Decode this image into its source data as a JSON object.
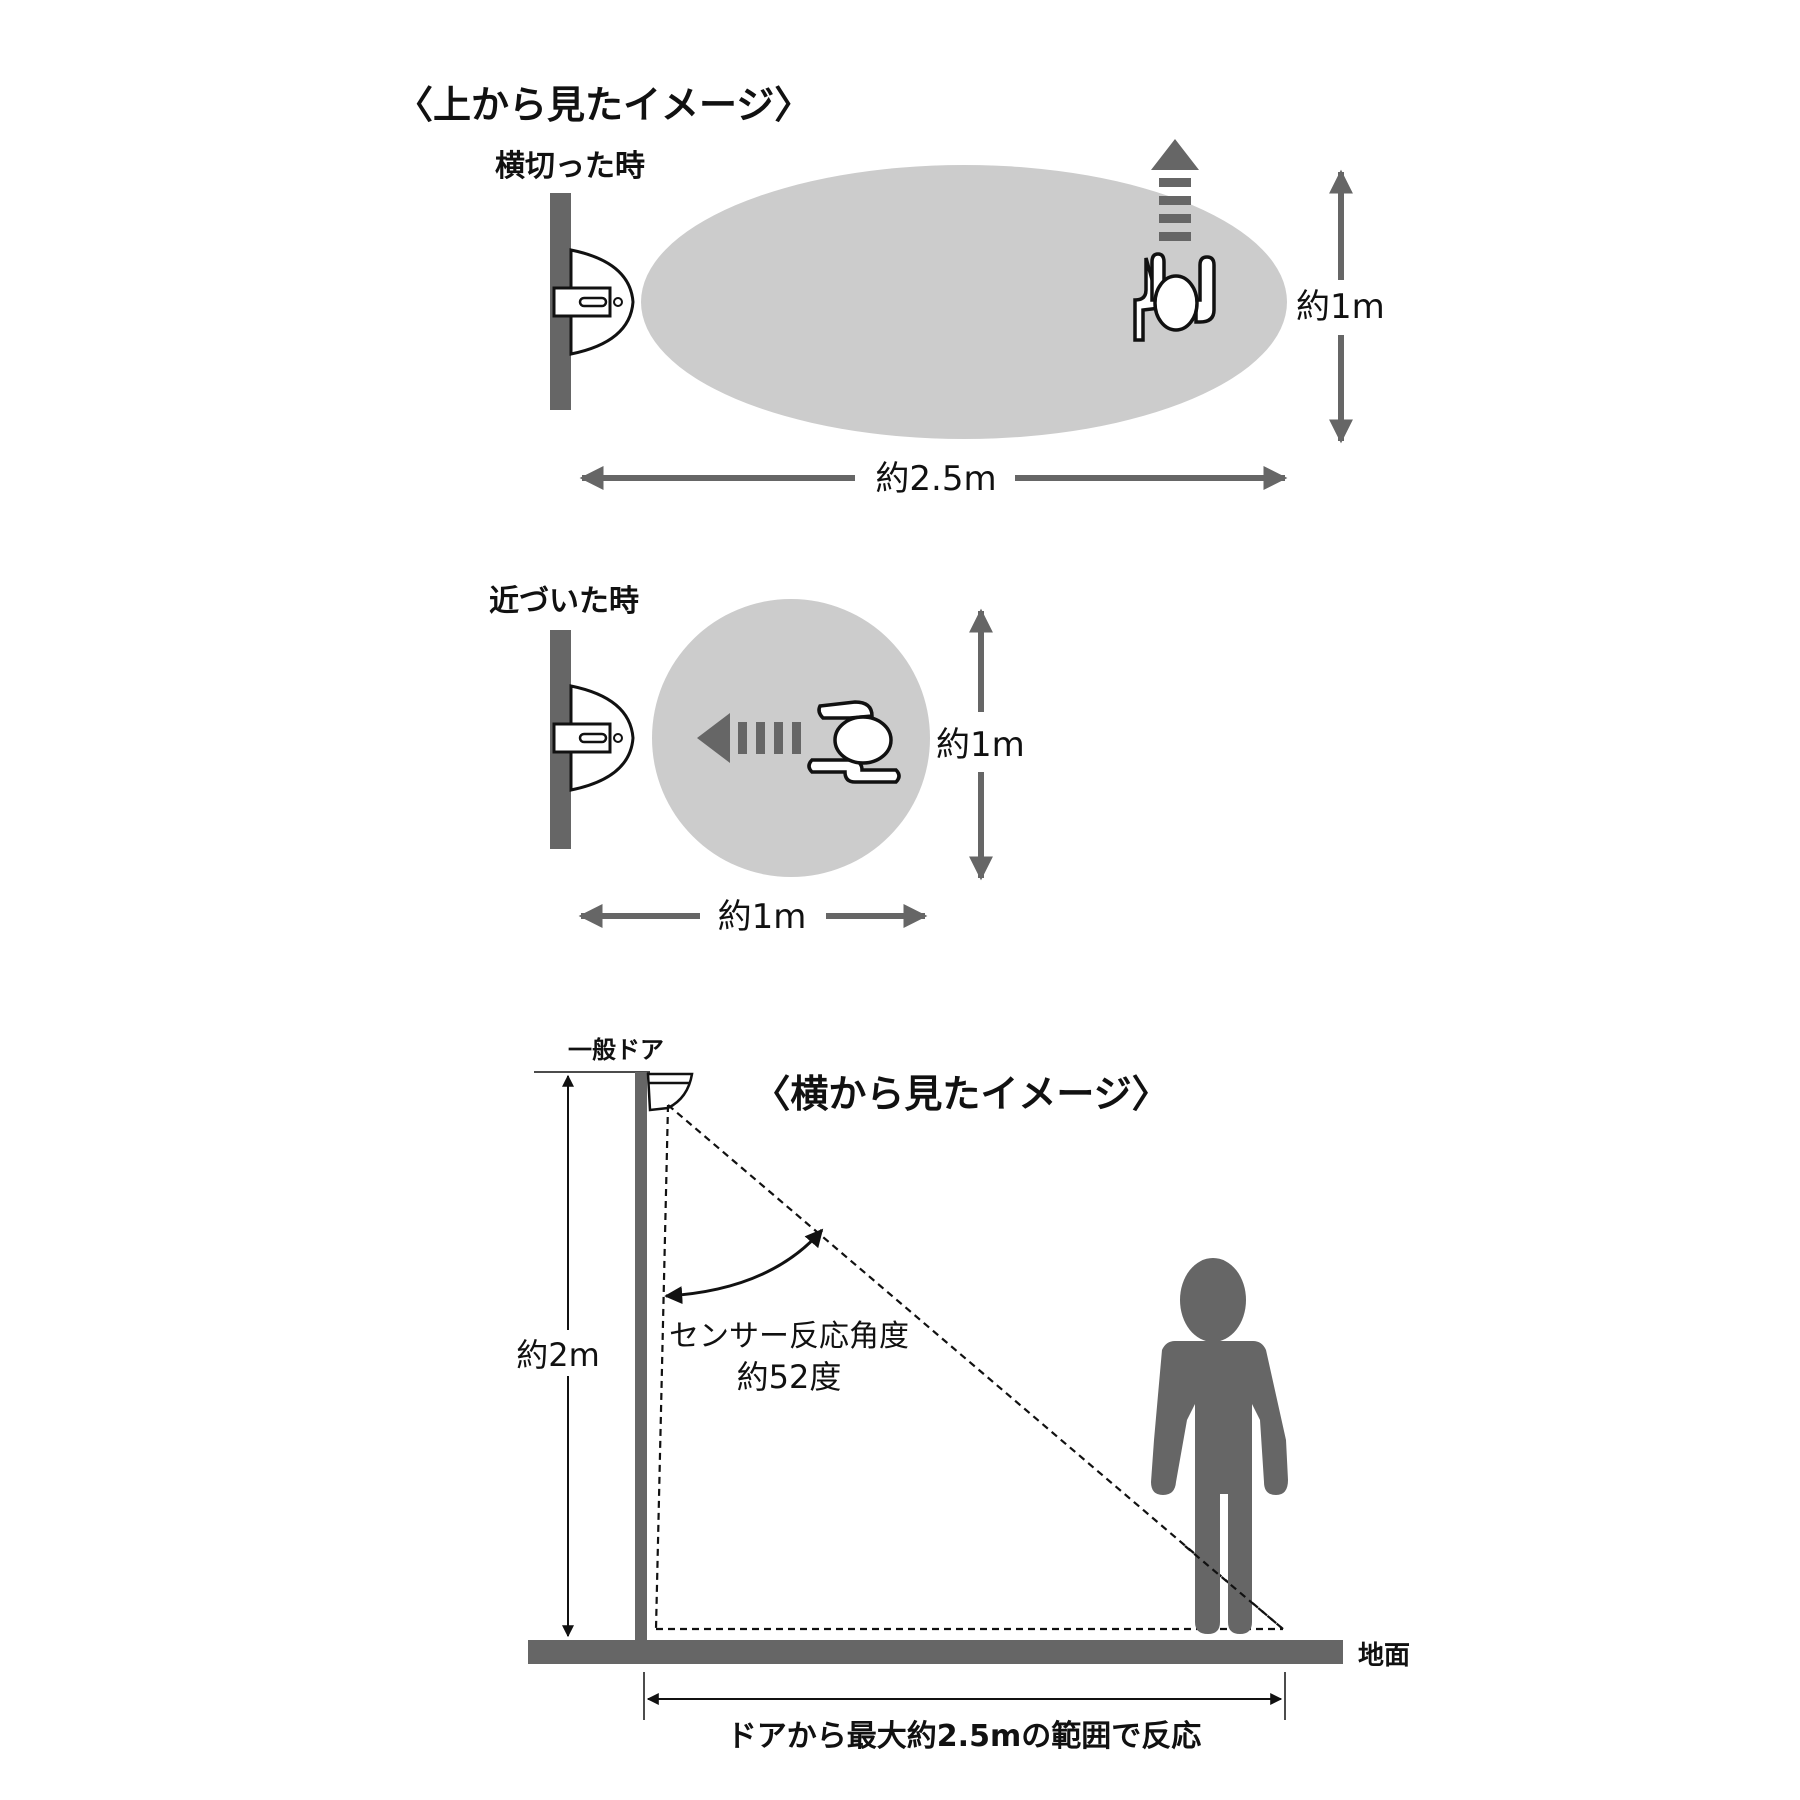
{
  "top_view": {
    "title": "〈上から見たイメージ〉",
    "crossing": {
      "label": "横切った時",
      "width_label": "約1m",
      "length_label": "約2.5m"
    },
    "approaching": {
      "label": "近づいた時",
      "height_label": "約1m",
      "width_label": "約1m"
    }
  },
  "side_view": {
    "title": "〈横から見たイメージ〉",
    "door_label": "一般ドア",
    "height_label": "約2m",
    "angle_label_line1": "センサー反応角度",
    "angle_label_line2": "約52度",
    "ground_label": "地面",
    "range_label": "ドアから最大約2.5mの範囲で反応"
  },
  "colors": {
    "dark": "#666666",
    "zone": "#cccccc"
  }
}
